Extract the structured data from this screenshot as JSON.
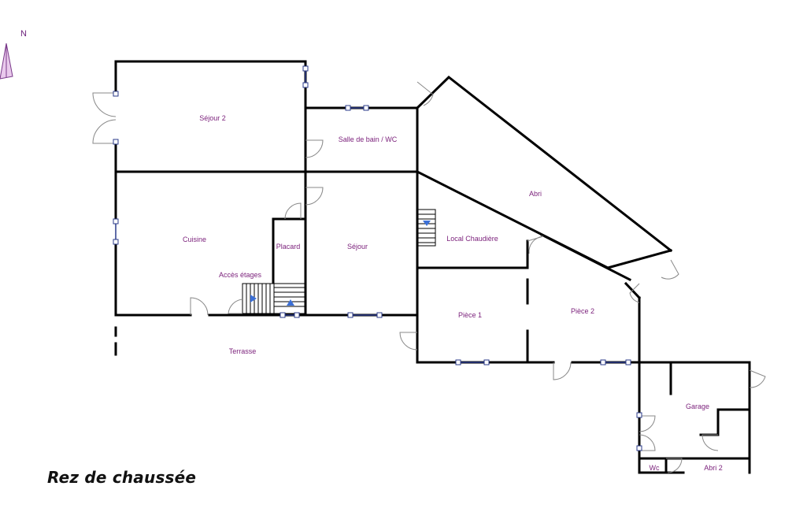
{
  "north_label": "N",
  "title": "Rez de chaussée",
  "rooms": {
    "sejour2": "Séjour 2",
    "salle_bain": "Salle de bain / WC",
    "abri": "Abri",
    "cuisine": "Cuisine",
    "placard": "Placard",
    "sejour": "Séjour",
    "local_chaudiere": "Local Chaudière",
    "acces_etages": "Accès étages",
    "terrasse": "Terrasse",
    "piece1": "Pièce 1",
    "piece2": "Pièce 2",
    "garage": "Garage",
    "wc": "Wc",
    "abri2": "Abri 2"
  },
  "colors": {
    "wall": "#000000",
    "label": "#7a1f7a",
    "window": "#2a3a8a"
  }
}
